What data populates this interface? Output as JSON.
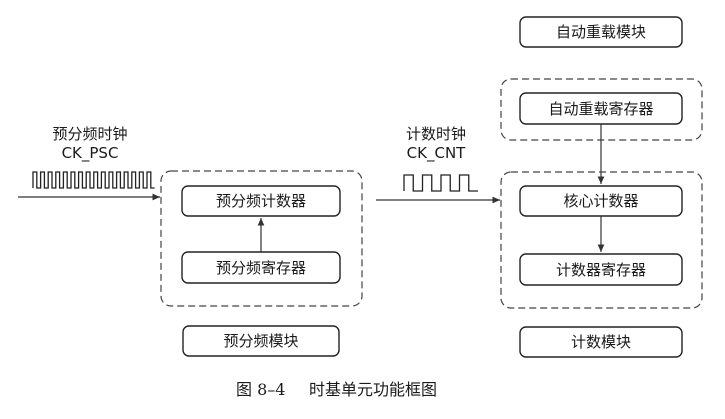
{
  "signals": {
    "prescaler_clock_name": "预分频时钟",
    "prescaler_clock_code": "CK_PSC",
    "counter_clock_name": "计数时钟",
    "counter_clock_code": "CK_CNT"
  },
  "prescaler": {
    "counter": "预分频计数器",
    "register": "预分频寄存器",
    "module": "预分频模块"
  },
  "reload": {
    "module": "自动重载模块",
    "register": "自动重载寄存器"
  },
  "counter": {
    "core": "核心计数器",
    "register": "计数器寄存器",
    "module": "计数模块"
  },
  "caption": {
    "figure_no": "图 8–4",
    "title": "时基单元功能框图"
  }
}
